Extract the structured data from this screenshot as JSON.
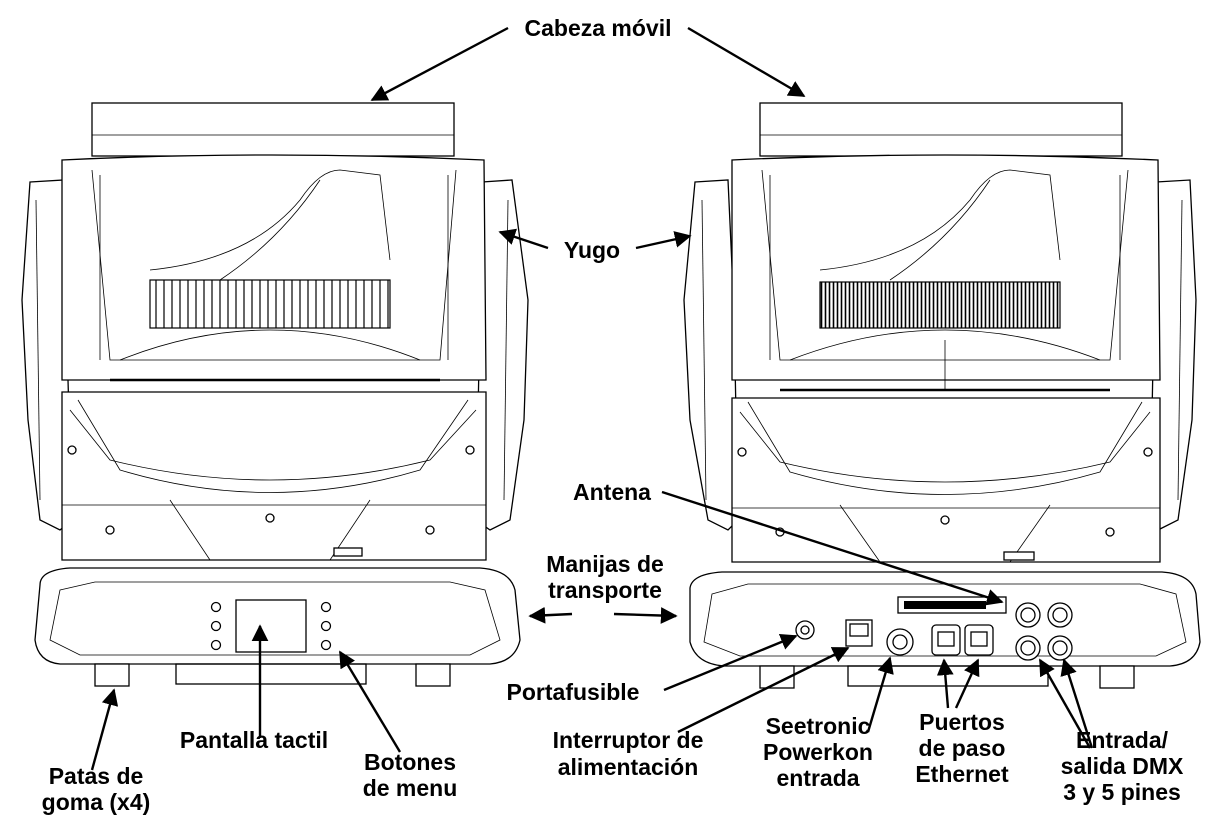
{
  "labels": {
    "moving_head": "Cabeza móvil",
    "yoke": "Yugo",
    "antenna": "Antena",
    "handles_line1": "Manijas de",
    "handles_line2": "transporte",
    "fuse_holder": "Portafusible",
    "touch_screen": "Pantalla tactil",
    "power_switch_line1": "Interruptor de",
    "power_switch_line2": "alimentación",
    "powerkon_line1": "Seetronic",
    "powerkon_line2": "Powerkon",
    "powerkon_line3": "entrada",
    "ethernet_line1": "Puertos",
    "ethernet_line2": "de paso",
    "ethernet_line3": "Ethernet",
    "dmx_line1": "Entrada/",
    "dmx_line2": "salida DMX",
    "dmx_line3": "3 y 5 pines",
    "rubber_feet_line1": "Patas de",
    "rubber_feet_line2": "goma (x4)",
    "menu_buttons_line1": "Botones",
    "menu_buttons_line2": "de menu"
  },
  "colors": {
    "line": "#000000",
    "background": "#ffffff"
  }
}
